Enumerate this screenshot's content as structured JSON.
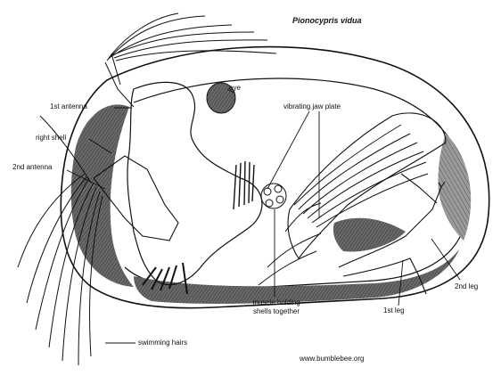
{
  "title": "Pionocypris vidua",
  "credit": "www.bumblebee.org",
  "labels": {
    "eye": "eye",
    "antenna1": "1st antenna",
    "right_shell": "right shell",
    "antenna2": "2nd antenna",
    "swimming_hairs": "swimming hairs",
    "jaw_plate": "vibrating jaw plate",
    "muscle_line1": "muscle holding",
    "muscle_line2": "shells together",
    "leg1": "1st leg",
    "leg2": "2nd leg"
  }
}
